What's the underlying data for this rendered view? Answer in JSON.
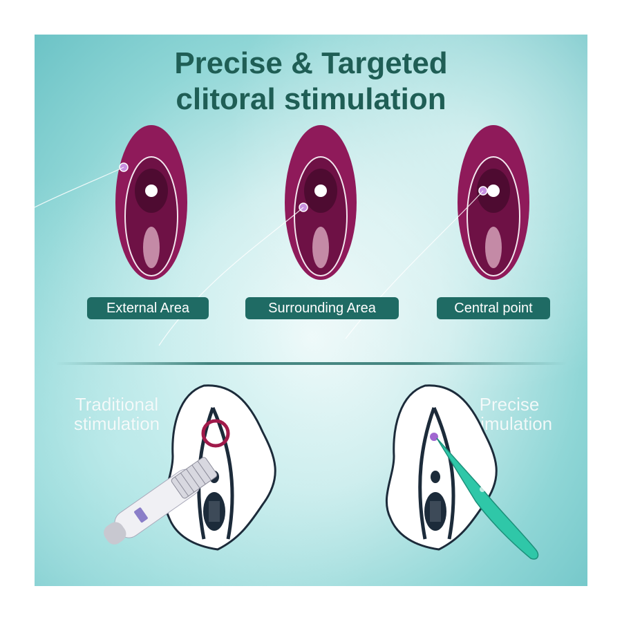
{
  "title": {
    "line1": "Precise & Targeted",
    "line2": "clitoral stimulation"
  },
  "areas": [
    {
      "label": "External Area"
    },
    {
      "label": "Surrounding Area"
    },
    {
      "label": "Central point"
    }
  ],
  "comparison": {
    "left_label_line1": "Traditional",
    "left_label_line2": "stimulation",
    "right_label_line1": "Precise",
    "right_label_line2": "stimulation"
  },
  "colors": {
    "title": "#1f5e55",
    "pill": "#1f6b64",
    "magenta": "#8f1a5a",
    "teal_device": "#2fc7a8"
  }
}
